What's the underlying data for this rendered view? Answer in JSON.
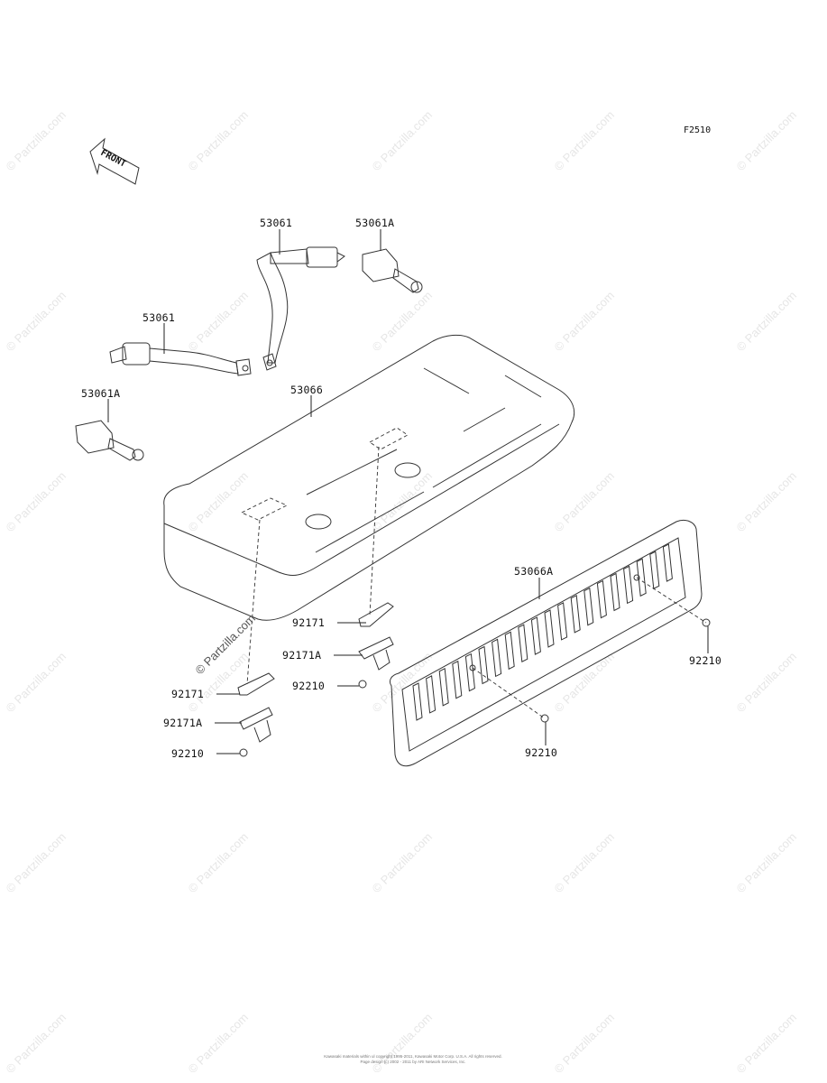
{
  "figure_code": "F2510",
  "front_label": "FRONT",
  "callouts": [
    {
      "id": "53061-top",
      "part_no": "53061"
    },
    {
      "id": "53061A-top",
      "part_no": "53061A"
    },
    {
      "id": "53061-left",
      "part_no": "53061"
    },
    {
      "id": "53061A-left",
      "part_no": "53061A"
    },
    {
      "id": "53066",
      "part_no": "53066"
    },
    {
      "id": "53066A",
      "part_no": "53066A"
    },
    {
      "id": "92171-right",
      "part_no": "92171"
    },
    {
      "id": "92171A-right",
      "part_no": "92171A"
    },
    {
      "id": "92210-center",
      "part_no": "92210"
    },
    {
      "id": "92171-left",
      "part_no": "92171"
    },
    {
      "id": "92171A-left",
      "part_no": "92171A"
    },
    {
      "id": "92210-left",
      "part_no": "92210"
    },
    {
      "id": "92210-panel-right",
      "part_no": "92210"
    },
    {
      "id": "92210-panel-bottom",
      "part_no": "92210"
    }
  ],
  "watermark": "© Partzilla.com",
  "copyright_line1": "Kawasaki materials within ul copyright 1995-2011, Kawasaki Motor Corp. U.S.A. All rights reserved.",
  "copyright_line2": "Page design (c) 2002 - 2011 by ARI Network Services, Inc."
}
